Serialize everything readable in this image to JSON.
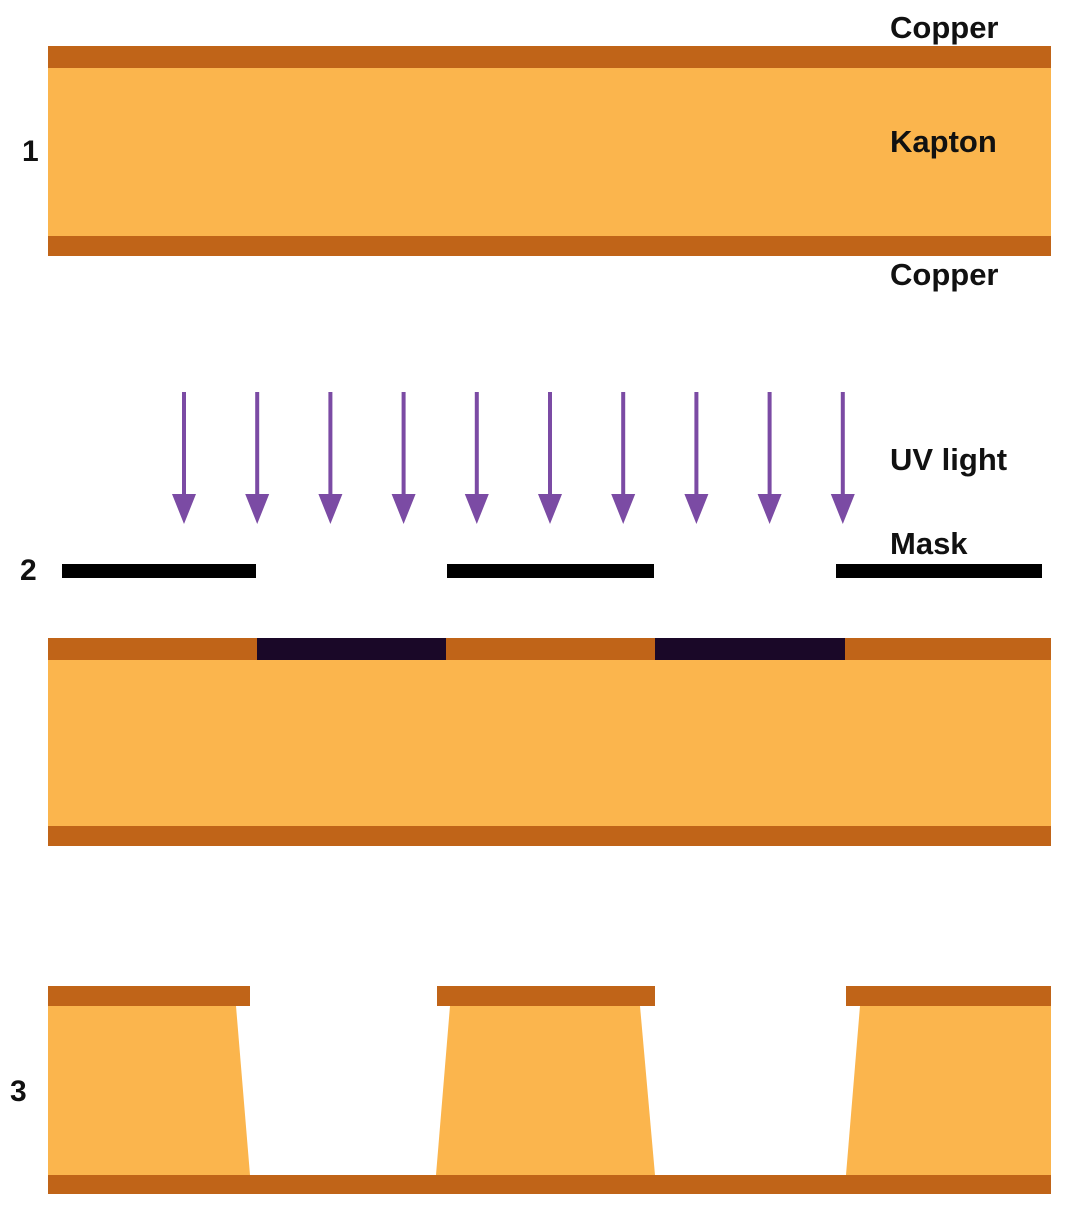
{
  "labels": {
    "copper_top": "Copper",
    "kapton": "Kapton",
    "copper_bottom": "Copper",
    "uv_light": "UV light",
    "mask": "Mask"
  },
  "steps": [
    "1",
    "2",
    "3"
  ],
  "colors": {
    "copper": "#c06418",
    "kapton": "#fbb54d",
    "exposed_resist": "#1a0828",
    "mask": "#000000",
    "uv_arrow": "#7b4ba4",
    "background": "#ffffff",
    "text": "#111111"
  },
  "uv_arrow_count": 10
}
